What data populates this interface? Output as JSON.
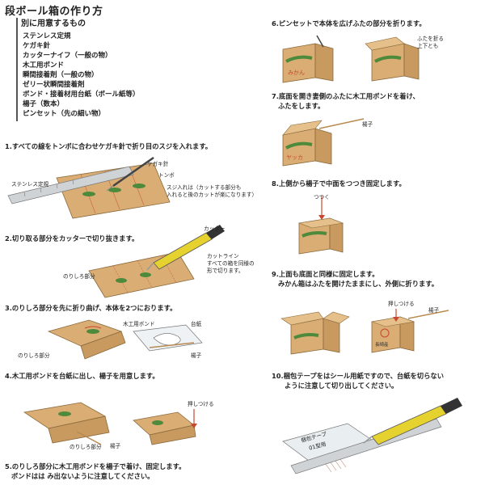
{
  "page": {
    "title": "段ボール箱の作り方"
  },
  "materials": {
    "heading": "別に用意するもの",
    "items": [
      "ステンレス定規",
      "ケガキ針",
      "カッターナイフ（一般の物）",
      "木工用ボンド",
      "瞬間接着剤（一般の物）",
      "ゼリー状瞬間接着剤",
      "ボンド・接着材用台紙（ボール紙等）",
      "楊子（数本）",
      "ピンセット（先の細い物）"
    ]
  },
  "steps": {
    "s1": "1.すべての線をトンボに合わせケガキ針で折り目のスジを入れます。",
    "s2": "2.切り取る部分をカッターで切り抜きます。",
    "s3": "3.のりしろ部分を先に折り曲げ、本体を2つにおります。",
    "s4": "4.木工用ボンドを台紙に出し、楊子を用意します。",
    "s5_line1": "5.のりしろ部分に木工用ボンドを楊子で着け、固定します。",
    "s5_line2": "ボンドはは み出ないように注意してください。",
    "s6": "6.ピンセットで本体を広げふたの部分を折ります。",
    "s7_line1": "7.底面を開き妻側のふたに木工用ボンドを着け、",
    "s7_line2": "ふたをします。",
    "s8": "8.上側から楊子で中面をつつき固定します。",
    "s9_line1": "9.上面も底面と同様に固定します。",
    "s9_line2": "みかん箱はふたを開けたままにし、外側に折ります。",
    "s10_line1": "10.梱包テープをはシール用紙ですので、台紙を切らない",
    "s10_line2": "ように注意して切り出してください。"
  },
  "labels": {
    "ruler": "ステンレス定規",
    "scribe": "ケガキ針",
    "tombo": "トンボ",
    "suji1": "スジ入れは（カットする部分も",
    "suji2": "入れると後のカットが楽になります）",
    "cutter": "カッター",
    "cutline1": "カットライン",
    "cutline2": "すべての箱を同様の",
    "cutline3": "形で切ります。",
    "norishiro_2": "のりしろ部分",
    "bond": "木工用ボンド",
    "daishi": "台紙",
    "norishiro_3": "のりしろ部分",
    "youji_3": "楊子",
    "oshitsukeru_4": "押しつける",
    "norishiro_4": "のりしろ部分",
    "youji_4": "楊子",
    "futa": "ふたを折る",
    "uetomo": "上下とも",
    "youji_7": "楊子",
    "tsutsuku": "つつく",
    "oshitsukeru_9": "押しつける",
    "youji_9": "楊子",
    "tape1": "梱包テープ",
    "tape2": "01型用"
  },
  "box_print": {
    "brand": "ヤッカ",
    "mikan": "みかん",
    "seal": "長崎産"
  },
  "colors": {
    "cardboard": "#d6a96b",
    "cardboard_dark": "#b88a4f",
    "leaf_green": "#4d8a3c",
    "print_red": "#c9472f",
    "steel": "#bfc3c6",
    "cutter_yellow": "#e6d22e"
  }
}
